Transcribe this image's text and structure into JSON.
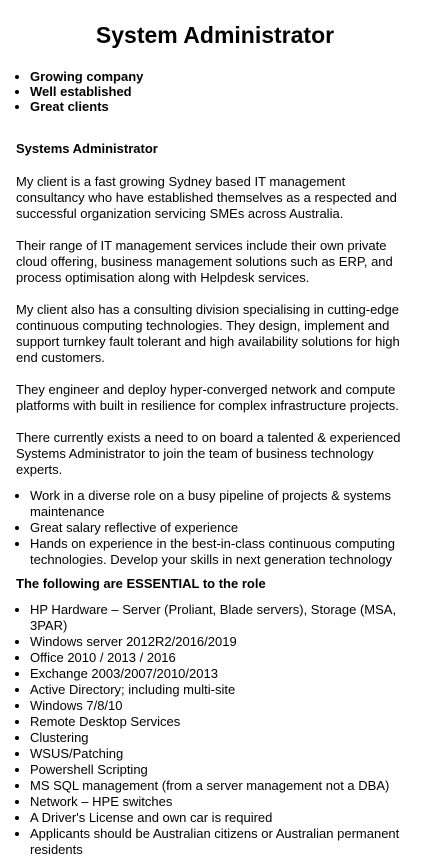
{
  "title": "System Administrator",
  "highlights": [
    "Growing company",
    "Well established",
    "Great clients"
  ],
  "section_title": "Systems Administrator",
  "paragraphs": [
    "My client is a fast growing Sydney based IT management consultancy who have established themselves as a respected and successful organization servicing SMEs across Australia.",
    "Their range of IT management services include their own private cloud offering, business management solutions such as ERP, and process optimisation along with Helpdesk services.",
    "My client also has a consulting division specialising in cutting-edge continuous computing technologies. They design, implement and support turnkey fault tolerant and high availability solutions for high end customers.",
    "They engineer and deploy hyper-converged network and compute platforms with built in resilience for complex infrastructure projects.",
    "There currently exists a need to on board a talented & experienced Systems Administrator to join the team of business technology experts."
  ],
  "duties": [
    "Work in a diverse role on a busy pipeline of projects & systems maintenance",
    "Great salary reflective of experience",
    "Hands on experience in the best-in-class continuous computing technologies. Develop your skills in next generation technology"
  ],
  "essential_title": "The following are ESSENTIAL to the role",
  "requirements": [
    "HP Hardware – Server (Proliant, Blade servers), Storage (MSA, 3PAR)",
    "Windows server 2012R2/2016/2019",
    "Office 2010 / 2013 / 2016",
    "Exchange 2003/2007/2010/2013",
    "Active Directory; including multi-site",
    "Windows 7/8/10",
    "Remote Desktop Services",
    "Clustering",
    "WSUS/Patching",
    "Powershell Scripting",
    "MS SQL management (from a server management not a DBA)",
    "Network – HPE switches",
    "A Driver's License and own car is required",
    "Applicants should be Australian citizens or Australian permanent residents"
  ]
}
